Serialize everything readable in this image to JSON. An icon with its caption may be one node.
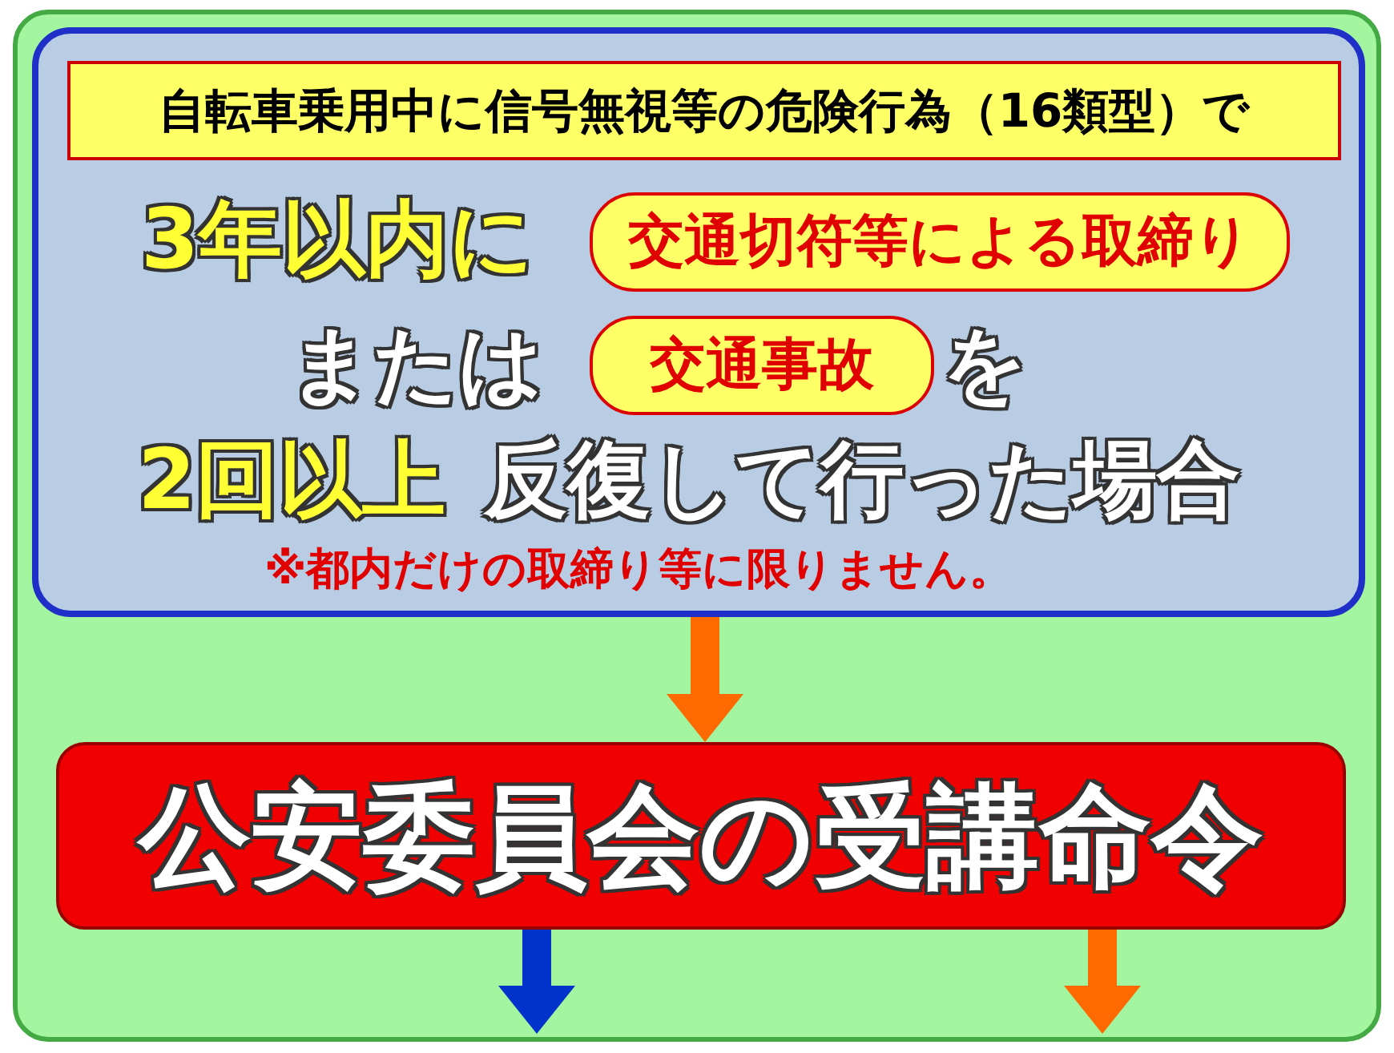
{
  "diagram": {
    "nodes": [
      {
        "text": [],
        "shape": "box"
      },
      {
        "text": [
          "3年以内に",
          "または",
          "を",
          "2回以上",
          "反復して行った場合",
          "※都内だけの取締り等に限りません。"
        ],
        "in": 0
      },
      {
        "text": [
          "自転車乗用中に信号無視等の危険行為（16類型）で"
        ],
        "in": 1
      },
      {
        "text": [
          "交通切符等による取締り"
        ],
        "in": 1
      },
      {
        "text": [
          "交通事故"
        ],
        "in": 1
      },
      {
        "text": [
          "公安委員会の受講命令"
        ],
        "in": 0
      }
    ],
    "edges": [
      {
        "from": 1,
        "to": 5,
        "arrow": "to"
      },
      {
        "from": 5,
        "to": null,
        "arrow": "to",
        "color": "#0033cc"
      },
      {
        "from": 5,
        "to": null,
        "arrow": "to"
      }
    ]
  }
}
